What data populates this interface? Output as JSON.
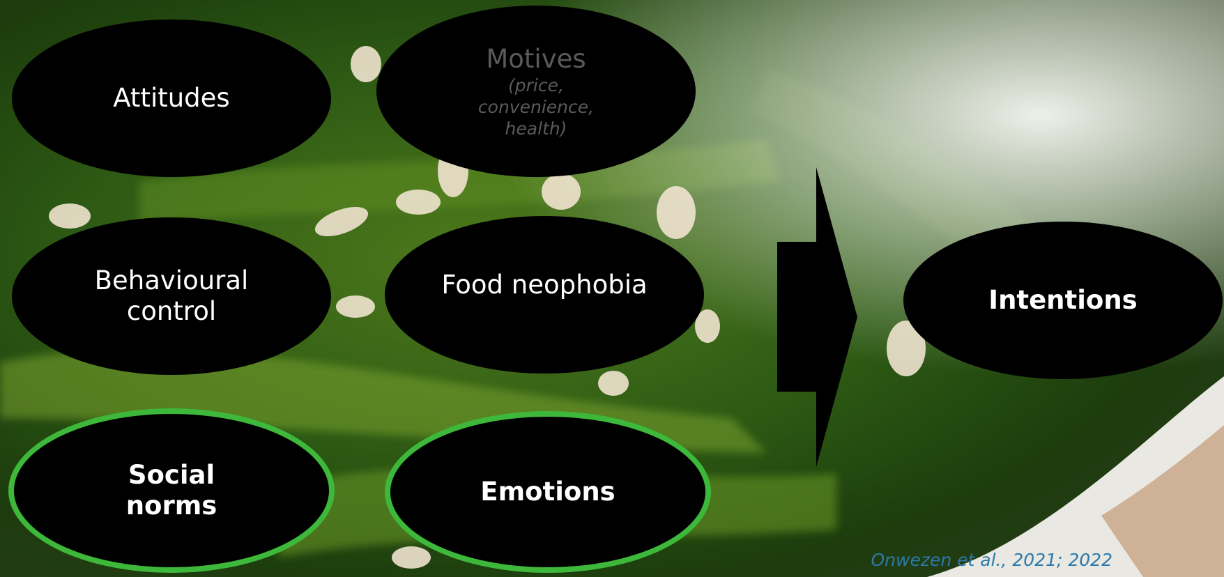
{
  "nodes": {
    "attitudes": "Attitudes",
    "motives": {
      "title": "Motives",
      "detail_1": "(price,",
      "detail_2": "convenience,",
      "detail_3": "health)"
    },
    "behavioural_control_1": "Behavioural",
    "behavioural_control_2": "control",
    "food_neophobia": "Food neophobia",
    "social_norms_1": "Social",
    "social_norms_2": "norms",
    "emotions": "Emotions",
    "intentions": "Intentions"
  },
  "citation": "Onwezen et al., 2021; 2022",
  "colors": {
    "node_fill": "#000000",
    "highlight_ring": "#3db83a",
    "citation": "#2d79a8",
    "muted_text": "#5a5a5a"
  },
  "icons": {
    "arrow": "right-arrow-icon",
    "background": "seaweed-salad-photo"
  }
}
